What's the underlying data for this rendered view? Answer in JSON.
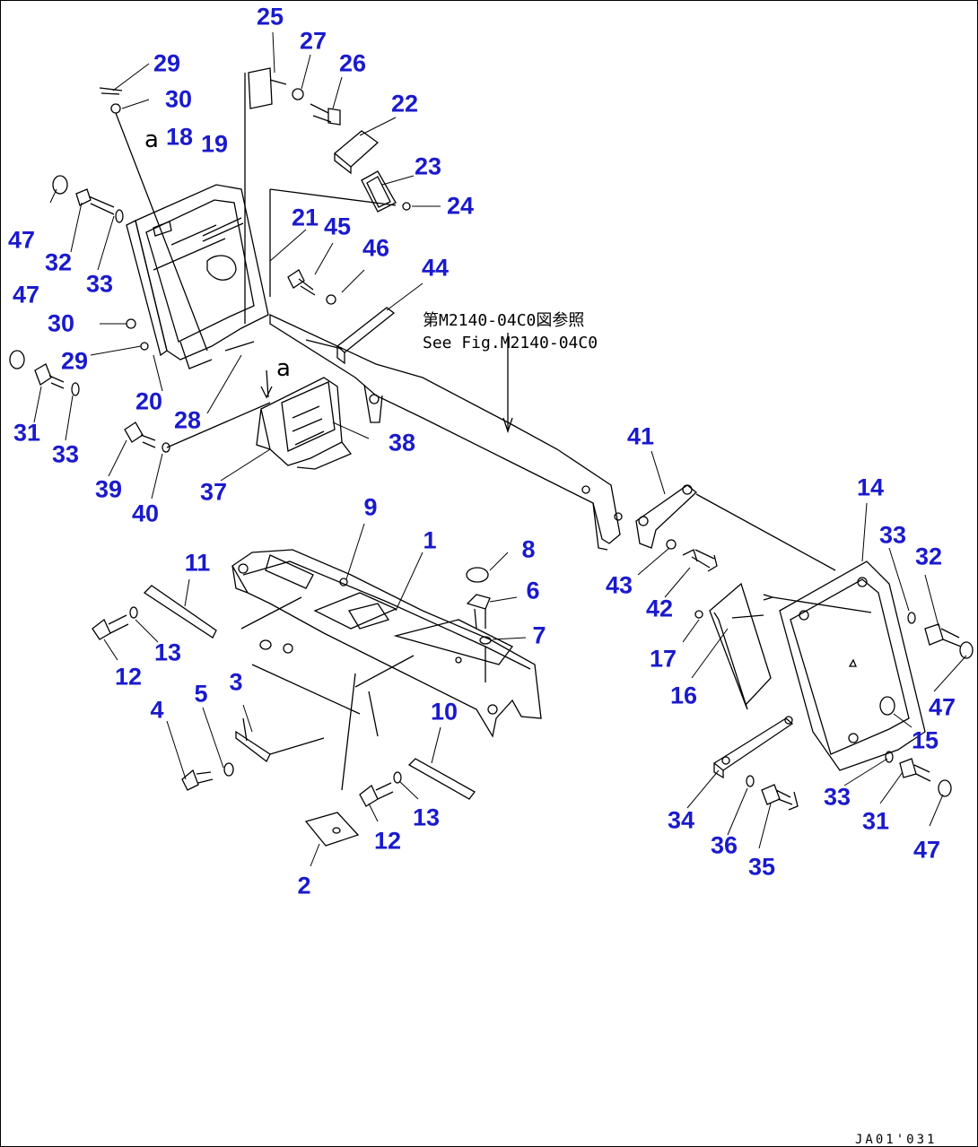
{
  "colors": {
    "callout": "#1a1acc",
    "line": "#000000"
  },
  "note": {
    "line1": "第M2140-04C0図参照",
    "line2": "See Fig.M2140-04C0"
  },
  "view_markers": [
    "a",
    "a"
  ],
  "drawing_code": "JA01'031",
  "callouts": [
    "29",
    "30",
    "25",
    "27",
    "26",
    "22",
    "23",
    "24",
    "18",
    "19",
    "21",
    "45",
    "46",
    "44",
    "47",
    "32",
    "33",
    "47",
    "30",
    "29",
    "20",
    "28",
    "31",
    "33",
    "38",
    "39",
    "40",
    "37",
    "41",
    "14",
    "33",
    "32",
    "9",
    "8",
    "1",
    "11",
    "6",
    "7",
    "43",
    "42",
    "13",
    "12",
    "17",
    "16",
    "47",
    "15",
    "5",
    "4",
    "3",
    "10",
    "34",
    "36",
    "35",
    "33",
    "31",
    "47",
    "13",
    "12",
    "2"
  ]
}
